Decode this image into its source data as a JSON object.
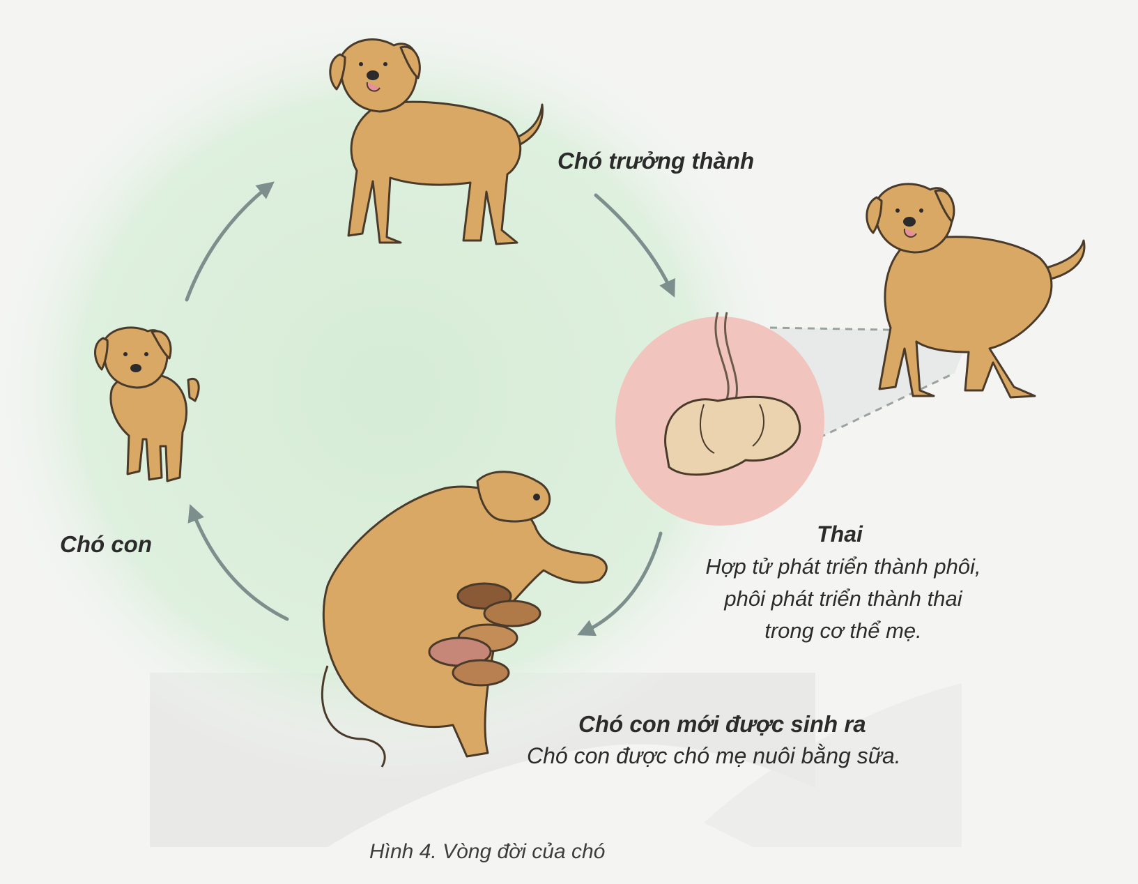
{
  "labels": {
    "adult": "Chó trưởng thành",
    "puppy": "Chó con",
    "fetus_title": "Thai",
    "fetus_desc": [
      "Hợp tử phát triển thành phôi,",
      "phôi phát triển thành thai",
      "trong cơ thể mẹ."
    ],
    "newborn_title": "Chó con mới được sinh ra",
    "newborn_desc": "Chó con được chó mẹ nuôi bằng sữa."
  },
  "caption": "Hình 4. Vòng đời của chó",
  "colors": {
    "background": "#f4f5f3",
    "cycle_glow": "#d6ecd6",
    "dog_fur": "#d9a865",
    "dog_outline": "#4a3a2a",
    "fetus_circle": "#f2c4be",
    "fetus_skin": "#ecd3b0",
    "arrow": "#7d8f8c",
    "watermark": "#e9eae8"
  },
  "icons": [
    "adult-dog",
    "puppy",
    "nursing-mother-dog",
    "fetus",
    "pregnant-dog",
    "cycle-arrow",
    "zoom-connector"
  ]
}
